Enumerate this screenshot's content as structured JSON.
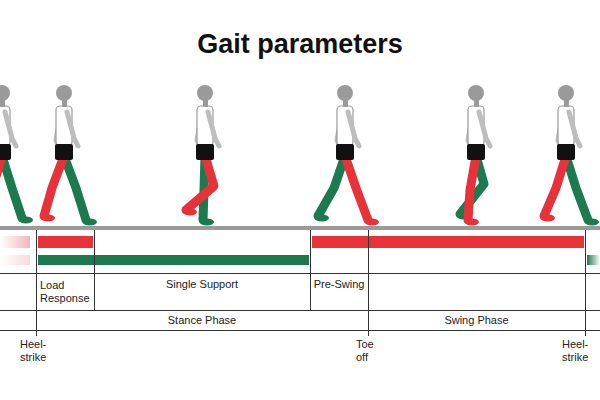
{
  "diagram": {
    "title": "Gait parameters",
    "labels": [
      "Load Response",
      "Single Support",
      "Pre-Swing",
      "Stance Phase",
      "Swing Phase",
      "Heel-strike",
      "Toe off",
      "Heel-strike"
    ]
  }
}
